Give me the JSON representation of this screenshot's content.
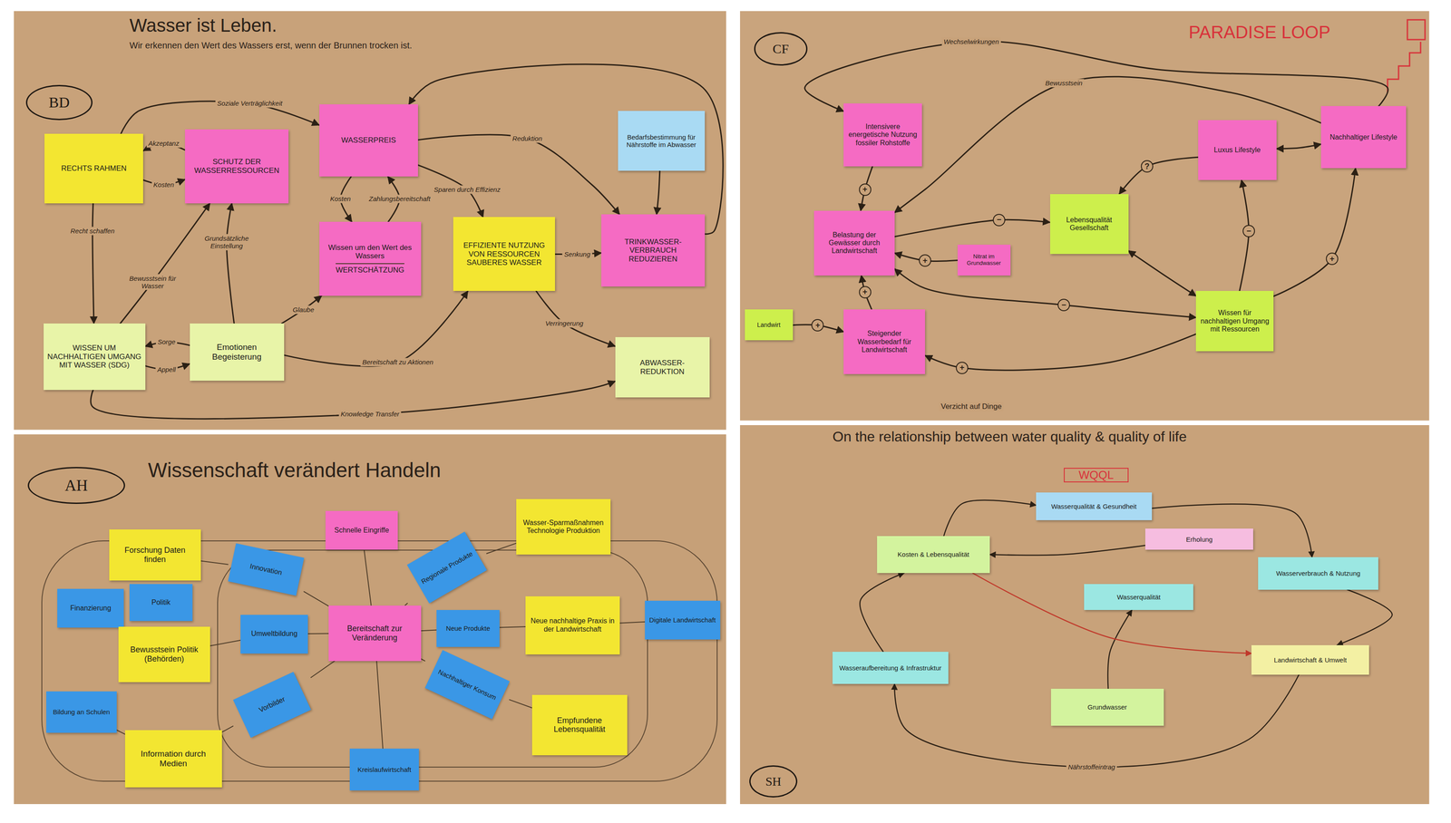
{
  "diagram": {
    "nodes": [
      {
        "text": [
          "Wasser ist Leben.",
          "Wir erkennen den Wert des Wassers erst, wenn der Brunnen trocken ist."
        ]
      },
      {
        "text": [
          "BD"
        ],
        "in": 0
      },
      {
        "text": [
          "RECHTS RAHMEN"
        ],
        "in": 0
      },
      {
        "text": [
          "SCHUTZ DER WASSERRESSOURCEN"
        ],
        "in": 0
      },
      {
        "text": [
          "WASSERPREIS"
        ],
        "in": 0
      },
      {
        "text": [
          "Bedarfsbestimmung für Nährstoffe im Abwasser"
        ],
        "in": 0
      },
      {
        "text": [
          "Wissen um den Wert des Wassers",
          "WERTSCHÄTZUNG"
        ],
        "in": 0
      },
      {
        "text": [
          "EFFIZIENTE NUTZUNG VON RESSOURCEN SAUBERES WASSER"
        ],
        "in": 0
      },
      {
        "text": [
          "TRINKWASSER-VERBRAUCH REDUZIEREN"
        ],
        "in": 0
      },
      {
        "text": [
          "WISSEN UM NACHHALTIGEN UMGANG MIT WASSER (SDG)"
        ],
        "in": 0
      },
      {
        "text": [
          "Emotionen Begeisterung"
        ],
        "in": 0
      },
      {
        "text": [
          "ABWASSER-REDUKTION"
        ],
        "in": 0
      },
      {
        "text": [
          "PARADISE LOOP"
        ]
      },
      {
        "text": [
          "CF"
        ],
        "in": 12
      },
      {
        "text": [
          "Intensivere energetische Nutzung fossiler Rohstoffe"
        ],
        "in": 12
      },
      {
        "text": [
          "Belastung der Gewässer durch Landwirtschaft"
        ],
        "in": 12
      },
      {
        "text": [
          "Nitrat im Grundwasser"
        ],
        "in": 12
      },
      {
        "text": [
          "Lebensqualität Gesellschaft"
        ],
        "in": 12
      },
      {
        "text": [
          "Luxus Lifestyle"
        ],
        "in": 12
      },
      {
        "text": [
          "Nachhaltiger Lifestyle"
        ],
        "in": 12
      },
      {
        "text": [
          "Landwirt"
        ],
        "in": 12
      },
      {
        "text": [
          "Steigender Wasserbedarf für Landwirtschaft"
        ],
        "in": 12
      },
      {
        "text": [
          "Wissen für nachhaltigen Umgang mit Ressourcen"
        ],
        "in": 12
      },
      {
        "text": [
          "Wissenschaft verändert Handeln"
        ]
      },
      {
        "text": [
          "AH"
        ],
        "in": 23
      },
      {
        "text": [
          "Forschung Daten finden"
        ],
        "in": 23
      },
      {
        "text": [
          "Finanzierung"
        ],
        "in": 23
      },
      {
        "text": [
          "Politik"
        ],
        "in": 23
      },
      {
        "text": [
          "Bewusstsein Politik (Behörden)"
        ],
        "in": 23
      },
      {
        "text": [
          "Bildung an Schulen"
        ],
        "in": 23
      },
      {
        "text": [
          "Information durch Medien"
        ],
        "in": 23
      },
      {
        "text": [
          "Schnelle Eingriffe"
        ],
        "in": 23
      },
      {
        "text": [
          "Innovation"
        ],
        "in": 23
      },
      {
        "text": [
          "Umweltbildung"
        ],
        "in": 23
      },
      {
        "text": [
          "Vorbilder"
        ],
        "in": 23
      },
      {
        "text": [
          "Bereitschaft zur Veränderung"
        ],
        "in": 23
      },
      {
        "text": [
          "Regionale Produkte"
        ],
        "in": 23
      },
      {
        "text": [
          "Neue Produkte"
        ],
        "in": 23
      },
      {
        "text": [
          "Nachhaltiger Konsum"
        ],
        "in": 23
      },
      {
        "text": [
          "Kreislaufwirtschaft"
        ],
        "in": 23
      },
      {
        "text": [
          "Wasser-Sparmaßnahmen Technologie Produktion"
        ],
        "in": 23
      },
      {
        "text": [
          "Neue nachhaltige Praxis in der Landwirtschaft"
        ],
        "in": 23
      },
      {
        "text": [
          "Digitale Landwirtschaft"
        ],
        "in": 23
      },
      {
        "text": [
          "Empfundene Lebensqualität"
        ],
        "in": 23
      },
      {
        "text": [
          "On the relationship between water quality & quality of life",
          "WQQL"
        ]
      },
      {
        "text": [
          "SH"
        ],
        "in": 44
      },
      {
        "text": [
          "Wasserqualität & Gesundheit"
        ],
        "in": 44
      },
      {
        "text": [
          "Kosten & Lebensqualität"
        ],
        "in": 44
      },
      {
        "text": [
          "Erholung"
        ],
        "in": 44
      },
      {
        "text": [
          "Wasserverbrauch & Nutzung"
        ],
        "in": 44
      },
      {
        "text": [
          "Wasserqualität"
        ],
        "in": 44
      },
      {
        "text": [
          "Wasseraufbereitung & Infrastruktur"
        ],
        "in": 44
      },
      {
        "text": [
          "Landwirtschaft & Umwelt"
        ],
        "in": 44
      },
      {
        "text": [
          "Grundwasser"
        ],
        "in": 44
      }
    ],
    "edges": [
      {
        "from": 3,
        "to": 2,
        "arrow": "to",
        "label": "Akzeptanz"
      },
      {
        "from": 2,
        "to": 3,
        "arrow": "to",
        "label": "Kosten"
      },
      {
        "from": 2,
        "to": 4,
        "arrow": "to",
        "label": "Soziale Verträglichkeit"
      },
      {
        "from": 2,
        "to": 9,
        "arrow": "to",
        "label": "Recht schaffen"
      },
      {
        "from": 9,
        "to": 3,
        "arrow": "to",
        "label": "Bewusstsein für Wasser"
      },
      {
        "from": 10,
        "to": 3,
        "arrow": "to",
        "label": "Grundsätzliche Einstellung"
      },
      {
        "from": 10,
        "to": 9,
        "arrow": "to",
        "label": "Sorge"
      },
      {
        "from": 9,
        "to": 10,
        "arrow": "to",
        "label": "Appell"
      },
      {
        "from": 4,
        "to": 6,
        "arrow": "to",
        "label": "Kosten"
      },
      {
        "from": 6,
        "to": 4,
        "arrow": "to",
        "label": "Zahlungsbereitschaft"
      },
      {
        "from": 4,
        "to": 7,
        "arrow": "to",
        "label": "Sparen durch Effizienz"
      },
      {
        "from": 4,
        "to": 8,
        "arrow": "to",
        "label": "Reduktion"
      },
      {
        "from": 7,
        "to": 8,
        "arrow": "to",
        "label": "Senkung"
      },
      {
        "from": 7,
        "to": 11,
        "arrow": "to",
        "label": "Verringerung"
      },
      {
        "from": 8,
        "to": 4,
        "arrow": "to"
      },
      {
        "from": 10,
        "to": 6,
        "arrow": "to",
        "label": "Glaube"
      },
      {
        "from": 10,
        "to": 7,
        "arrow": "to",
        "label": "Bereitschaft zu Aktionen"
      },
      {
        "from": 9,
        "to": 11,
        "arrow": "to",
        "label": "Knowledge Transfer"
      },
      {
        "from": 5,
        "to": 8,
        "arrow": "to"
      },
      {
        "from": 18,
        "to": 19,
        "arrow": "both"
      },
      {
        "from": 18,
        "to": 17,
        "arrow": "to",
        "label": "?"
      },
      {
        "from": 17,
        "to": 22,
        "arrow": "both"
      },
      {
        "from": 22,
        "to": 18,
        "arrow": "to",
        "label": "−"
      },
      {
        "from": 22,
        "to": 19,
        "arrow": "to",
        "label": "+"
      },
      {
        "from": 19,
        "to": 15,
        "arrow": "to",
        "label": "Bewusstsein"
      },
      {
        "from": 14,
        "to": 15,
        "arrow": "to",
        "label": "+"
      },
      {
        "from": 15,
        "to": 17,
        "arrow": "to",
        "label": "−"
      },
      {
        "from": 16,
        "to": 15,
        "arrow": "to",
        "label": "+"
      },
      {
        "from": 22,
        "to": 15,
        "arrow": "both",
        "label": "−"
      },
      {
        "from": 21,
        "to": 15,
        "arrow": "to",
        "label": "+"
      },
      {
        "from": 20,
        "to": 21,
        "arrow": "to",
        "label": "+"
      },
      {
        "from": 22,
        "to": 21,
        "arrow": "to",
        "label": "+"
      },
      {
        "from": 19,
        "to": 14,
        "arrow": "to",
        "label": "Wechselwirkungen"
      },
      {
        "from": 25,
        "to": 32,
        "arrow": "none"
      },
      {
        "from": 28,
        "to": 33,
        "arrow": "none"
      },
      {
        "from": 30,
        "to": 34,
        "arrow": "none"
      },
      {
        "from": 32,
        "to": 35,
        "arrow": "none"
      },
      {
        "from": 33,
        "to": 35,
        "arrow": "none"
      },
      {
        "from": 34,
        "to": 35,
        "arrow": "none"
      },
      {
        "from": 35,
        "to": 31,
        "arrow": "none"
      },
      {
        "from": 35,
        "to": 36,
        "arrow": "none"
      },
      {
        "from": 35,
        "to": 37,
        "arrow": "none"
      },
      {
        "from": 35,
        "to": 38,
        "arrow": "none"
      },
      {
        "from": 36,
        "to": 40,
        "arrow": "none"
      },
      {
        "from": 37,
        "to": 41,
        "arrow": "none"
      },
      {
        "from": 38,
        "to": 43,
        "arrow": "none"
      },
      {
        "from": 41,
        "to": 42,
        "arrow": "none"
      },
      {
        "from": 35,
        "to": 39,
        "arrow": "none"
      },
      {
        "from": 29,
        "to": 30,
        "arrow": "none"
      },
      {
        "from": 46,
        "to": 49,
        "arrow": "to"
      },
      {
        "from": 49,
        "to": 52,
        "arrow": "to"
      },
      {
        "from": 52,
        "to": 51,
        "arrow": "to",
        "label": "Nährstoffeintrag"
      },
      {
        "from": 51,
        "to": 47,
        "arrow": "to"
      },
      {
        "from": 47,
        "to": 46,
        "arrow": "to"
      },
      {
        "from": 53,
        "to": 50,
        "arrow": "to"
      },
      {
        "from": 47,
        "to": 52,
        "arrow": "to"
      },
      {
        "from": 48,
        "to": 47,
        "arrow": "to"
      }
    ],
    "labels": [
      "Verzicht auf Dinge"
    ]
  }
}
